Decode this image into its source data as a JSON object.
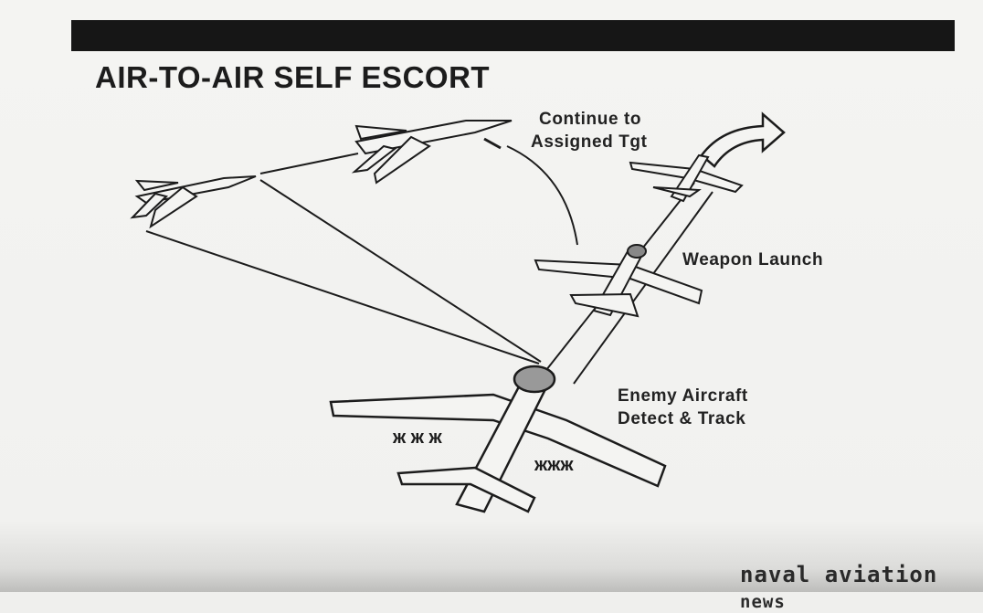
{
  "title": "AIR-TO-AIR SELF ESCORT",
  "labels": {
    "continue_line1": "Continue to",
    "continue_line2": "Assigned Tgt",
    "weapon_launch": "Weapon Launch",
    "enemy_line1": "Enemy Aircraft",
    "enemy_line2": "Detect & Track"
  },
  "logo": {
    "main": "naval aviation",
    "sub": "news"
  },
  "colors": {
    "ink": "#1c1c1c",
    "paper": "#f1f1ef",
    "header_bar": "#161616"
  }
}
